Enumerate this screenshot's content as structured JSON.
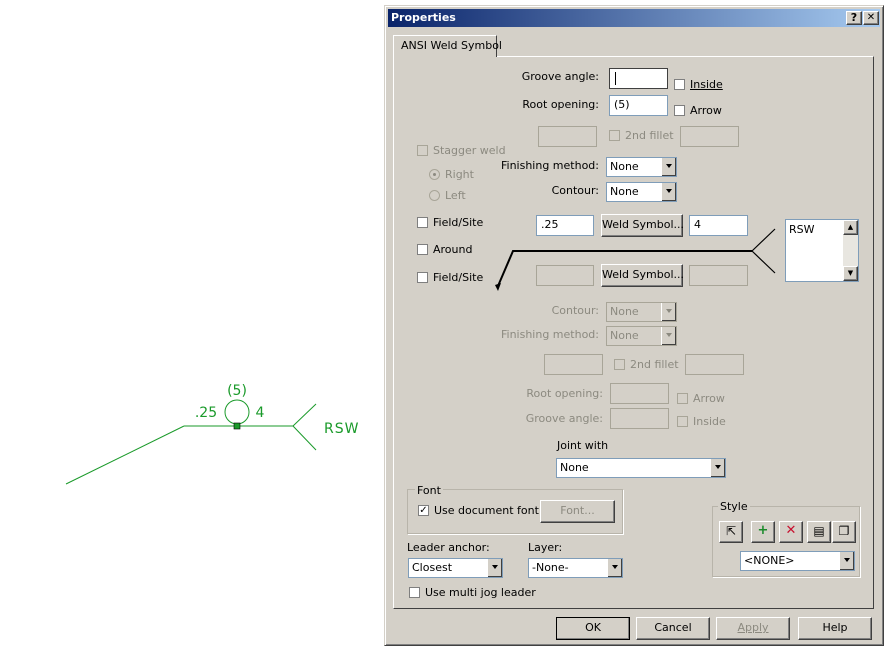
{
  "drawing": {
    "top_value": "(5)",
    "left_value": ".25",
    "right_value": "4",
    "tail_text": "RSW"
  },
  "dialog": {
    "title": "Properties",
    "help_button": "?",
    "close_button": "✕",
    "tab": "ANSI Weld Symbol",
    "top": {
      "groove_angle_label": "Groove angle:",
      "groove_angle_value": "",
      "inside_label": "Inside",
      "root_opening_label": "Root opening:",
      "root_opening_value": "(5)",
      "arrow_label": "Arrow",
      "second_fillet_label": "2nd fillet",
      "finishing_method_label": "Finishing method:",
      "finishing_method_value": "None",
      "contour_label": "Contour:",
      "contour_value": "None"
    },
    "stagger_weld_label": "Stagger weld",
    "right_label": "Right",
    "left_label": "Left",
    "field_site_label_1": "Field/Site",
    "around_label": "Around",
    "field_site_label_2": "Field/Site",
    "upper_size": ".25",
    "upper_length": "4",
    "weld_symbol_button_1": "Weld Symbol...",
    "weld_symbol_button_2": "Weld Symbol...",
    "tail_text": "RSW",
    "bottom": {
      "contour_label": "Contour:",
      "contour_value": "None",
      "finishing_method_label": "Finishing method:",
      "finishing_method_value": "None",
      "second_fillet_label": "2nd fillet",
      "root_opening_label": "Root opening:",
      "arrow_label": "Arrow",
      "groove_angle_label": "Groove angle:",
      "inside_label": "Inside"
    },
    "joint_with_label": "Joint with",
    "joint_with_value": "None",
    "font_group_label": "Font",
    "use_document_font_label": "Use document font",
    "font_button": "Font...",
    "style_group_label": "Style",
    "style_value": "<NONE>",
    "leader_anchor_label": "Leader anchor:",
    "leader_anchor_value": "Closest",
    "layer_label": "Layer:",
    "layer_value": "-None-",
    "use_multi_jog_label": "Use multi jog leader",
    "ok_button": "OK",
    "cancel_button": "Cancel",
    "apply_button": "Apply",
    "help_footer_button": "Help"
  },
  "colors": {
    "drawing_green": "#1a9a2a",
    "title_bar_start": "#0a246a",
    "title_bar_end": "#a6caf0",
    "dialog_face": "#d4d0c8"
  }
}
